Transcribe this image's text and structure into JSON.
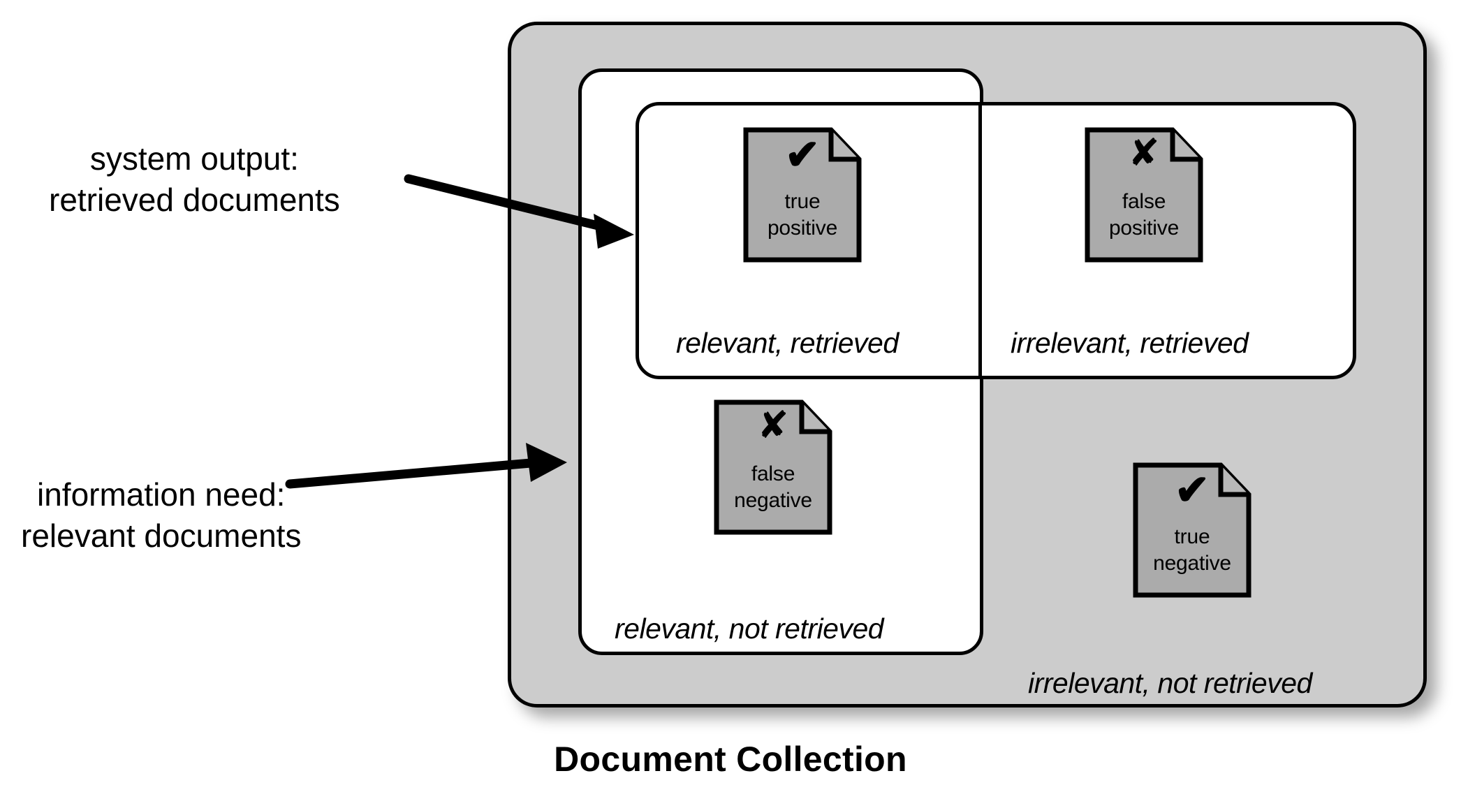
{
  "caption": "Document Collection",
  "annotations": [
    {
      "id": "system-output",
      "line1": "system output:",
      "line2": "retrieved documents"
    },
    {
      "id": "information-need",
      "line1": "information need:",
      "line2": "relevant documents"
    }
  ],
  "boxes": {
    "collection": {
      "name": "Document Collection",
      "fill": "#cccccc",
      "stroke": "#000000"
    },
    "relevant": {
      "name": "relevant documents",
      "fill": "#ffffff",
      "stroke": "#000000"
    },
    "retrieved": {
      "name": "retrieved documents",
      "fill": "#ffffff",
      "stroke": "#000000"
    }
  },
  "quadrant_labels": {
    "relevant_retrieved": "relevant, retrieved",
    "irrelevant_retrieved": "irrelevant, retrieved",
    "relevant_not_retrieved": "relevant, not retrieved",
    "irrelevant_not_retrieved": "irrelevant, not retrieved"
  },
  "documents": [
    {
      "id": "true-positive",
      "mark": "check-mark-icon",
      "glyph": "✔",
      "line1": "true",
      "line2": "positive",
      "fill": "#ababab"
    },
    {
      "id": "false-positive",
      "mark": "cross-mark-icon",
      "glyph": "✘",
      "line1": "false",
      "line2": "positive",
      "fill": "#ababab"
    },
    {
      "id": "false-negative",
      "mark": "cross-mark-icon",
      "glyph": "✘",
      "line1": "false",
      "line2": "negative",
      "fill": "#ababab"
    },
    {
      "id": "true-negative",
      "mark": "check-mark-icon",
      "glyph": "✔",
      "line1": "true",
      "line2": "negative",
      "fill": "#ababab"
    }
  ],
  "colors": {
    "collection_fill": "#cccccc",
    "inner_box_fill": "#ffffff",
    "document_fill": "#ababab",
    "stroke": "#000000",
    "page_background": "#ffffff"
  }
}
